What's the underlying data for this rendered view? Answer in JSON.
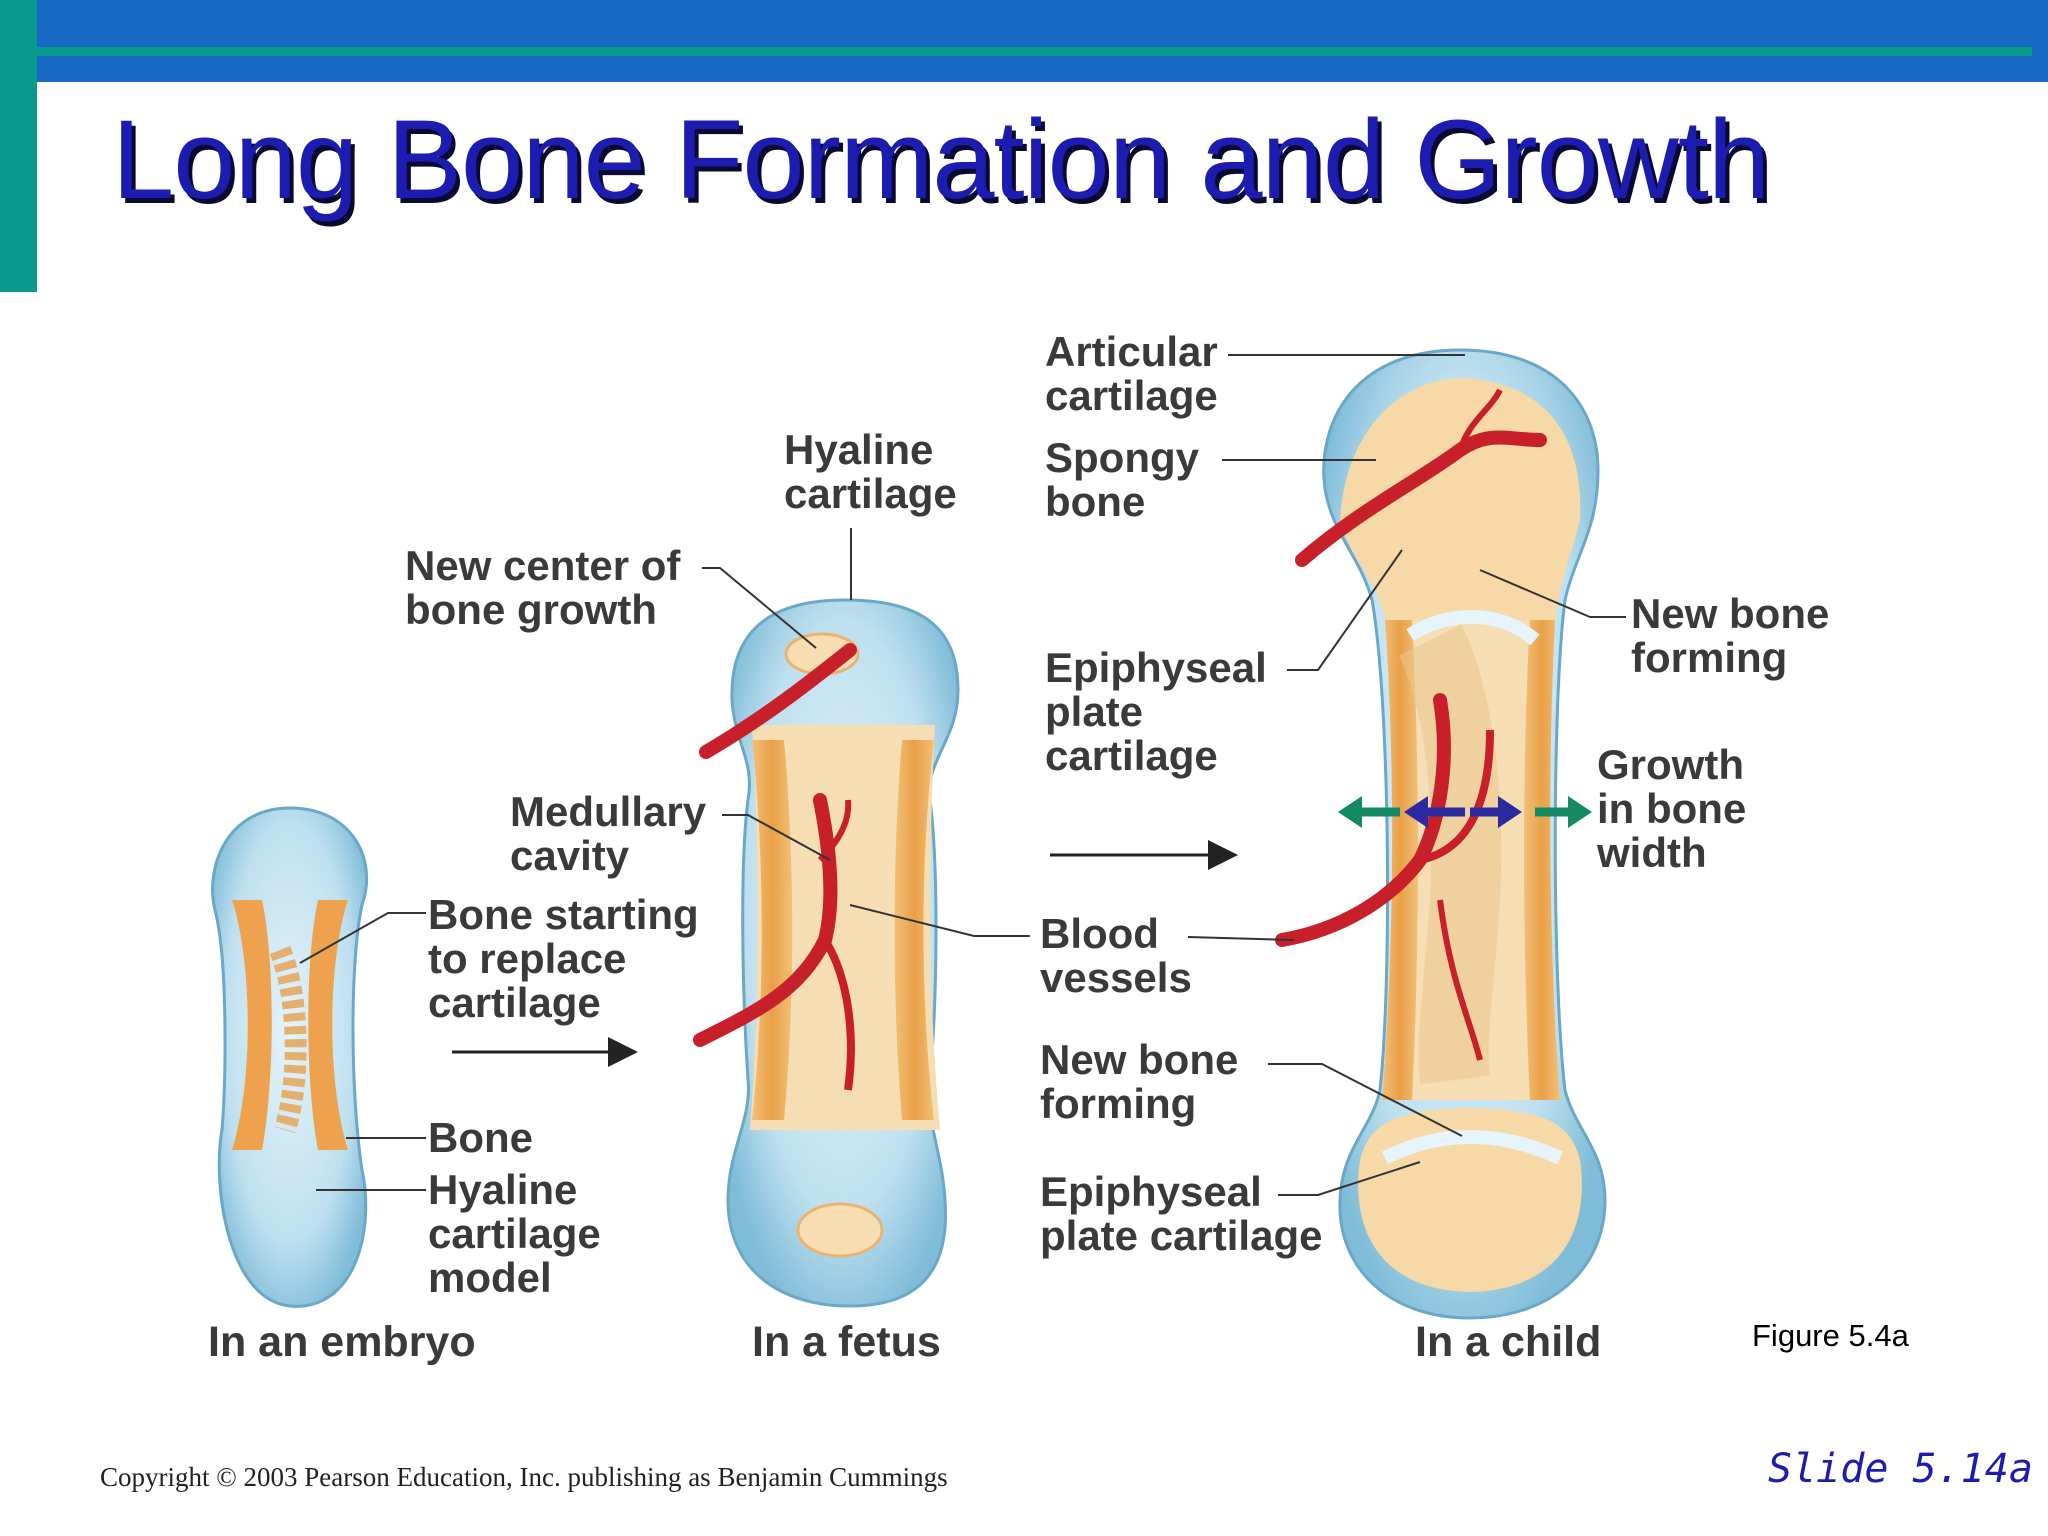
{
  "slide": {
    "title": "Long Bone Formation and Growth",
    "figure_ref": "Figure 5.4a",
    "copyright": "Copyright © 2003 Pearson Education, Inc. publishing as Benjamin Cummings",
    "slide_number": "Slide 5.14a"
  },
  "labels": {
    "new_center": "New center of\nbone growth",
    "hyaline_fetus": "Hyaline\ncartilage",
    "medullary": "Medullary\ncavity",
    "bone_starting": "Bone starting\nto replace\ncartilage",
    "bone": "Bone",
    "hyaline_model": "Hyaline\ncartilage\nmodel",
    "articular": "Articular\ncartilage",
    "spongy": "Spongy\nbone",
    "epiphyseal_upper": "Epiphyseal\nplate\ncartilage",
    "blood_vessels": "Blood\nvessels",
    "new_bone_lower": "New bone\nforming",
    "epiphyseal_lower": "Epiphyseal\nplate cartilage",
    "new_bone_upper": "New bone\nforming",
    "growth_width": "Growth\nin bone\nwidth"
  },
  "captions": {
    "embryo": "In an embryo",
    "fetus": "In a fetus",
    "child": "In a child"
  },
  "colors": {
    "cartilage": "#bfe0ef",
    "bone": "#f0b36a",
    "marrow": "#f6deb4",
    "vessel": "#c8202a",
    "growth_arrow_outer": "#138a64",
    "growth_arrow_inner": "#2b2aa0"
  }
}
